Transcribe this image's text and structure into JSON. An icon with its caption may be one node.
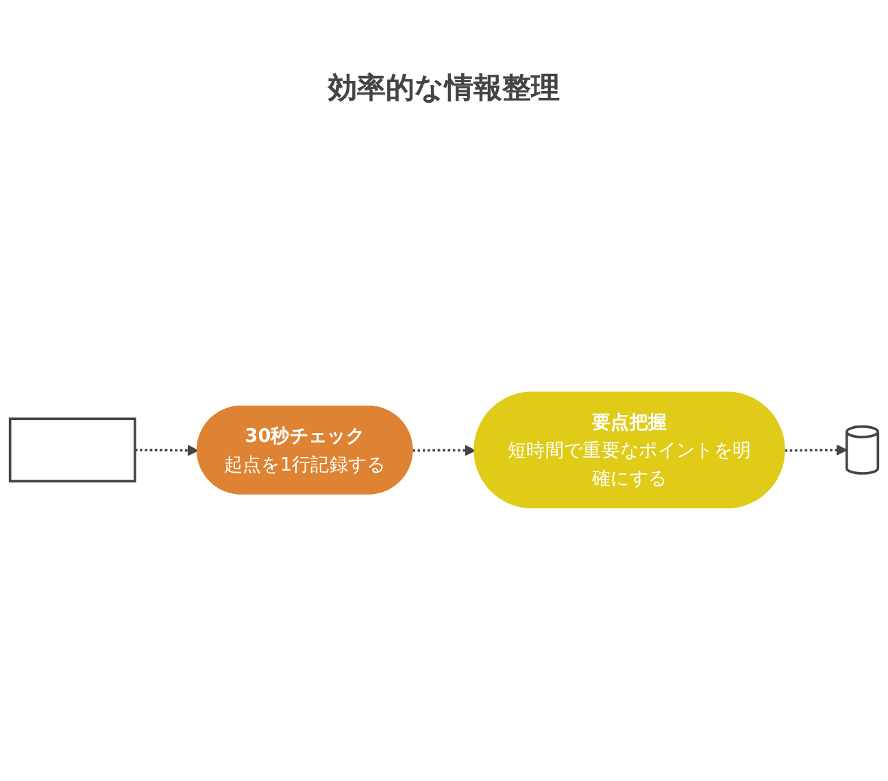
{
  "diagram": {
    "title": "効率的な情報整理",
    "nodes": [
      {
        "text": [],
        "shape": "clipboard"
      },
      {
        "text": [
          "30秒チェック",
          "起点を1行記録する"
        ]
      },
      {
        "text": [
          "要点把握",
          "短時間で重要なポイントを明確にする"
        ]
      },
      {
        "text": [],
        "shape": "cabinet"
      }
    ],
    "edges": [
      {
        "from": 0,
        "to": 1,
        "arrow": "to",
        "style": "dashed"
      },
      {
        "from": 1,
        "to": 2,
        "arrow": "to",
        "style": "dashed"
      },
      {
        "from": 2,
        "to": 3,
        "arrow": "to",
        "style": "dashed"
      }
    ]
  }
}
